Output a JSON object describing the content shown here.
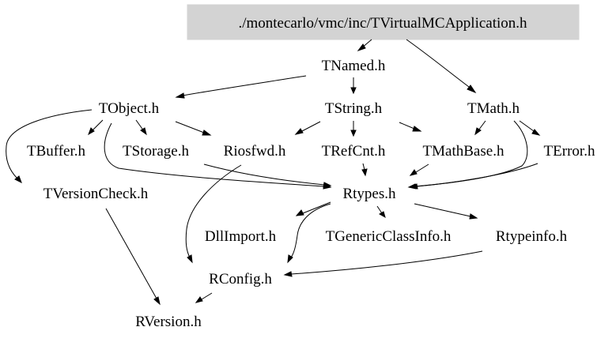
{
  "graph": {
    "root": "./montecarlo/vmc/inc/TVirtualMCApplication.h",
    "nodes": {
      "tnamed": "TNamed.h",
      "tobject": "TObject.h",
      "tstring": "TString.h",
      "tmath": "TMath.h",
      "tbuffer": "TBuffer.h",
      "tstorage": "TStorage.h",
      "riosfwd": "Riosfwd.h",
      "trefcnt": "TRefCnt.h",
      "tmathbase": "TMathBase.h",
      "terror": "TError.h",
      "tversioncheck": "TVersionCheck.h",
      "rtypes": "Rtypes.h",
      "dllimport": "DllImport.h",
      "tgenericclassinfo": "TGenericClassInfo.h",
      "rtypeinfo": "Rtypeinfo.h",
      "rconfig": "RConfig.h",
      "rversion": "RVersion.h"
    },
    "edges": [
      [
        "root",
        "tnamed"
      ],
      [
        "root",
        "tmath"
      ],
      [
        "tnamed",
        "tobject"
      ],
      [
        "tnamed",
        "tstring"
      ],
      [
        "tobject",
        "tbuffer"
      ],
      [
        "tobject",
        "tstorage"
      ],
      [
        "tobject",
        "riosfwd"
      ],
      [
        "tobject",
        "tversioncheck"
      ],
      [
        "tobject",
        "rtypes"
      ],
      [
        "tstring",
        "riosfwd"
      ],
      [
        "tstring",
        "trefcnt"
      ],
      [
        "tstring",
        "tmathbase"
      ],
      [
        "tmath",
        "tmathbase"
      ],
      [
        "tmath",
        "terror"
      ],
      [
        "tmath",
        "rtypes"
      ],
      [
        "trefcnt",
        "rtypes"
      ],
      [
        "tmathbase",
        "rtypes"
      ],
      [
        "terror",
        "rtypes"
      ],
      [
        "tstorage",
        "rtypes"
      ],
      [
        "riosfwd",
        "rconfig"
      ],
      [
        "rtypes",
        "dllimport"
      ],
      [
        "rtypes",
        "tgenericclassinfo"
      ],
      [
        "rtypes",
        "rtypeinfo"
      ],
      [
        "rtypes",
        "rconfig"
      ],
      [
        "rtypeinfo",
        "rconfig"
      ],
      [
        "tversioncheck",
        "rversion"
      ],
      [
        "rconfig",
        "rversion"
      ]
    ]
  }
}
